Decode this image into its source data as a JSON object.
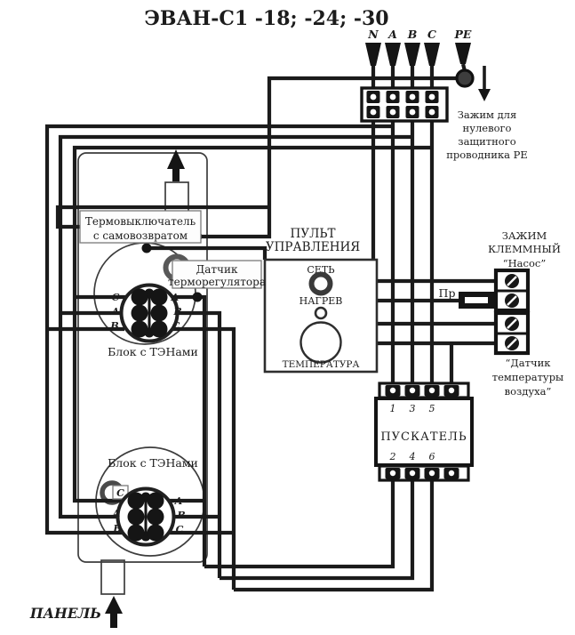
{
  "title": "ЭВАН-С1 -18; -24; -30",
  "colors": {
    "wire": "#1b1b1b",
    "paper": "#ffffff",
    "ink": "#1c1c1c"
  },
  "supply_terminals": {
    "n": "N",
    "a": "A",
    "b": "B",
    "c": "C",
    "pe": "PE"
  },
  "pe_clamp_note": {
    "lines": [
      "Зажим для",
      "нулевого",
      "защитного",
      "проводника РЕ"
    ]
  },
  "control_panel": {
    "heading_line1": "ПУЛЬТ",
    "heading_line2": "УПРАВЛЕНИЯ",
    "power_indicator": "СЕТЬ",
    "heat_indicator": "НАГРЕВ",
    "knob_label": "ТЕМПЕРАТУРА"
  },
  "pump_clamp": {
    "lines": [
      "ЗАЖИМ",
      "КЛЕММНЫЙ",
      "“Насос”"
    ]
  },
  "fuse_label": "Пр",
  "air_sensor_clamp": {
    "lines": [
      "“Датчик",
      "температуры",
      "воздуха”"
    ]
  },
  "starter": {
    "name": "ПУСКАТЕЛЬ",
    "top_terminals": [
      "1",
      "3",
      "5"
    ],
    "bottom_terminals": [
      "2",
      "4",
      "6"
    ]
  },
  "thermal_switch": {
    "lines": [
      "Термовыключатель",
      "с самовозвратом"
    ]
  },
  "thermostat_sensor": {
    "lines": [
      "Датчик",
      "терморегулятора"
    ]
  },
  "upper_ten_block": {
    "label": "Блок с ТЭНами",
    "left_phases": [
      "С",
      "А",
      "В"
    ],
    "right_phases": [
      "А",
      "В",
      "С"
    ]
  },
  "lower_ten_block": {
    "label": "Блок с ТЭНами",
    "sensor_tag": "С",
    "left_phases": [
      "А",
      "В"
    ],
    "right_phases": [
      "А",
      "В",
      "С"
    ]
  },
  "panel_tag": "ПАНЕЛЬ"
}
